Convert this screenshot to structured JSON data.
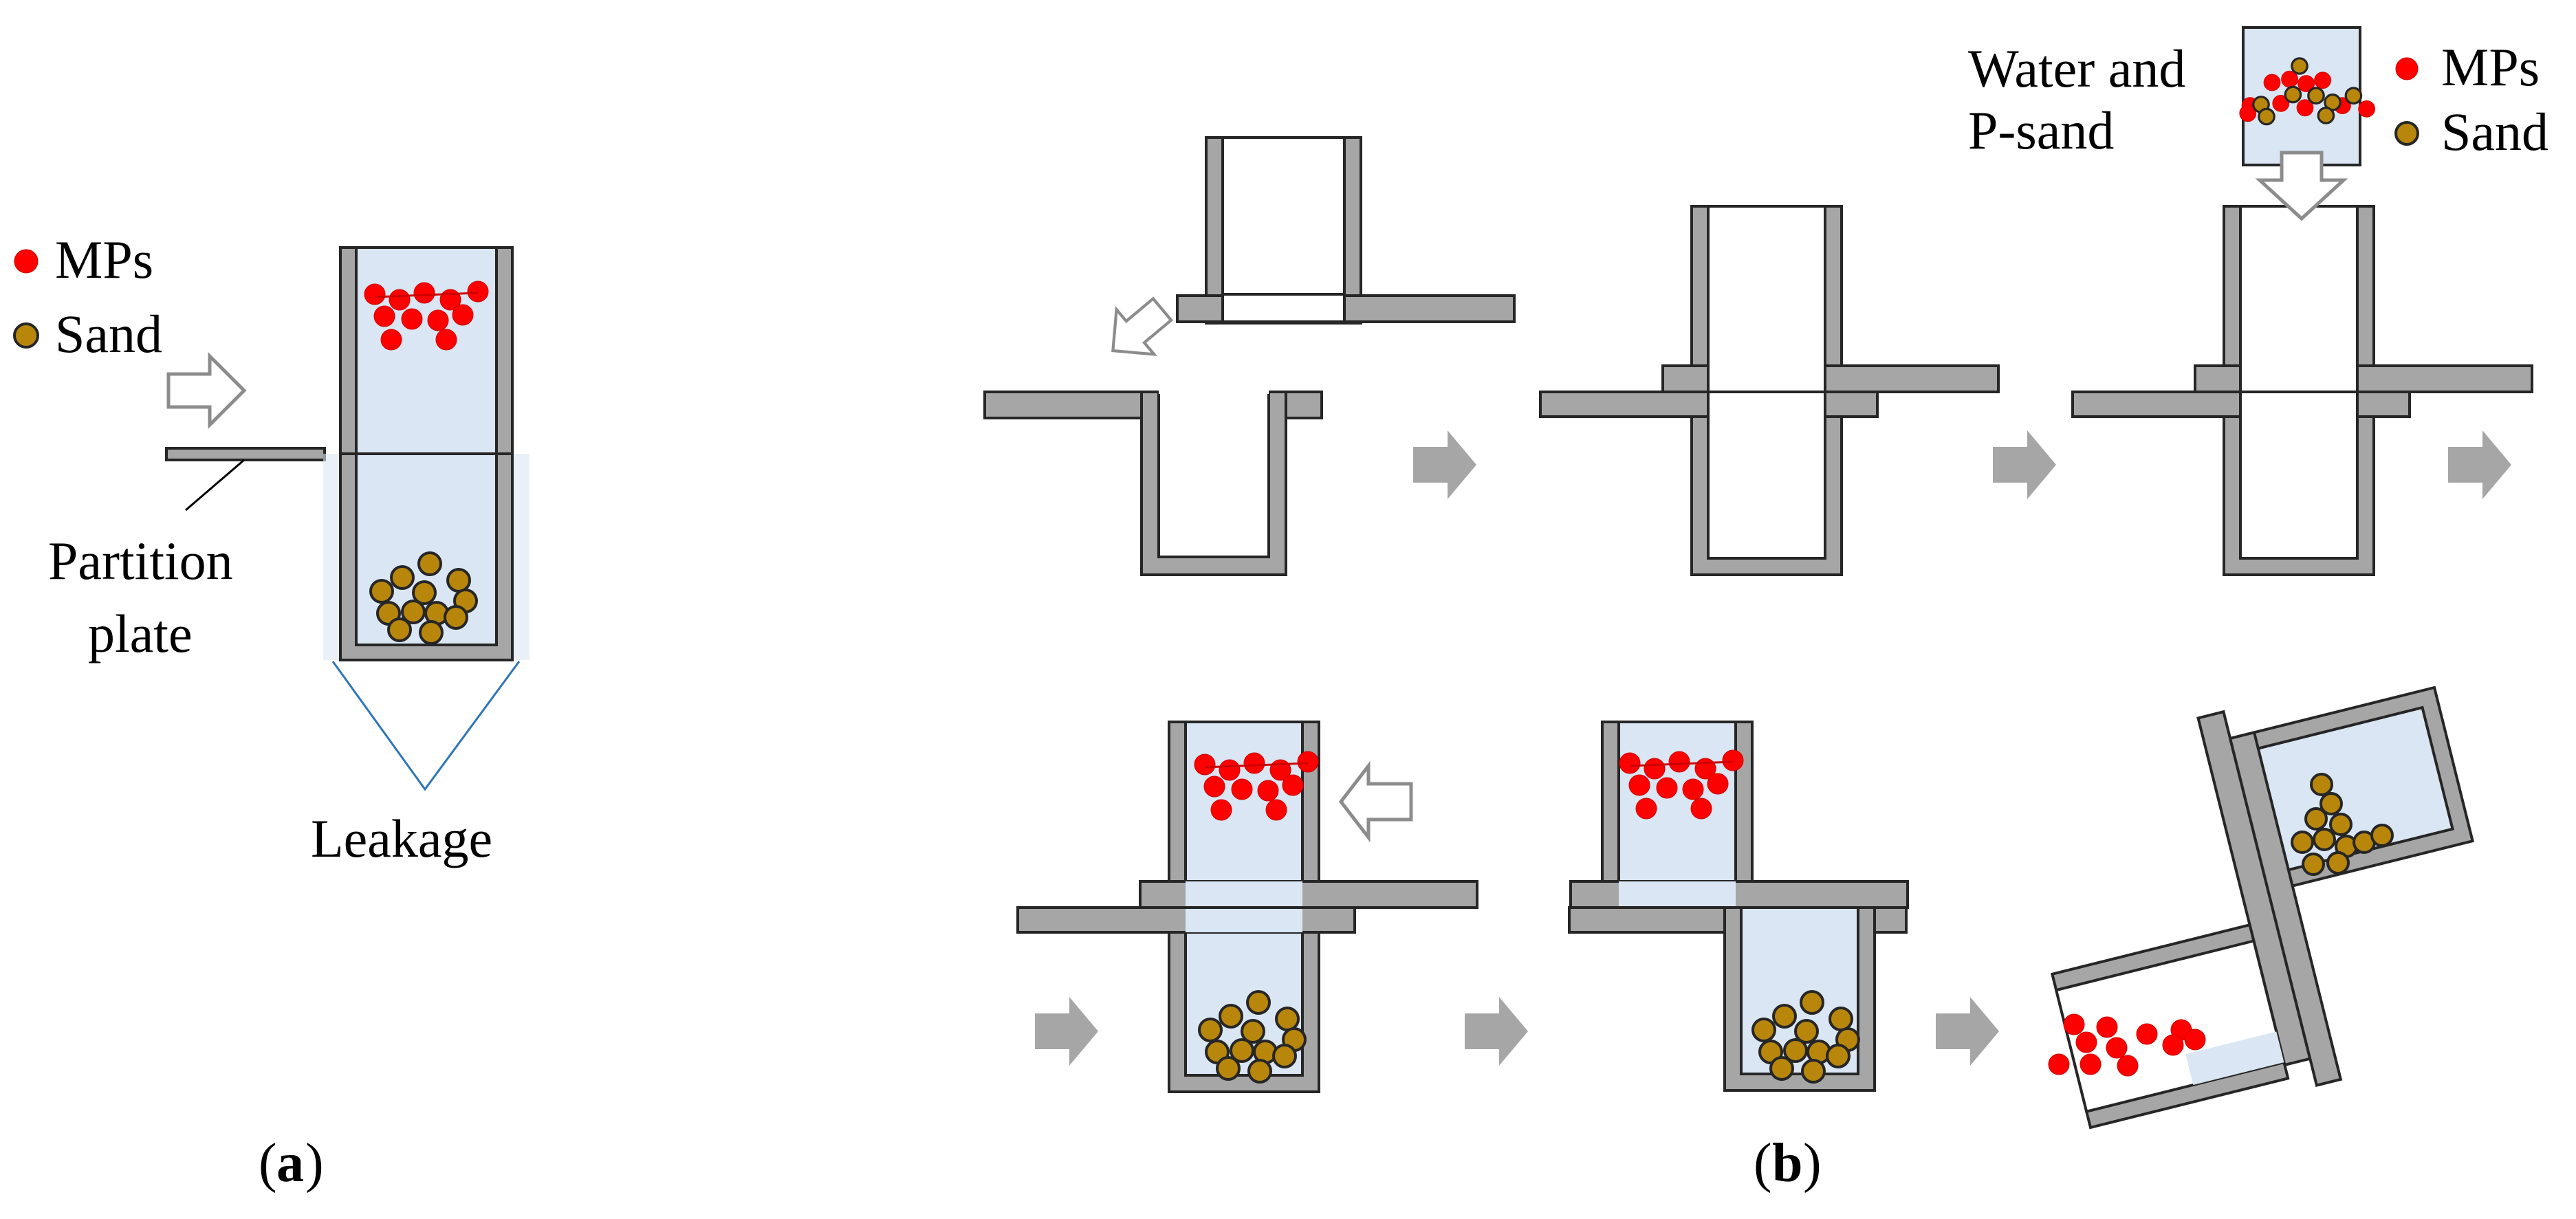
{
  "panel_a": {
    "legend_mp": "MPs",
    "legend_sand": "Sand",
    "partition_label_line1": "Partition",
    "partition_label_line2": "plate",
    "leakage_label": "Leakage",
    "caption_letter": "a"
  },
  "panel_b": {
    "water_label_line1": "Water and",
    "water_label_line2": "P-sand",
    "legend_mp": "MPs",
    "legend_sand": "Sand",
    "caption_letter": "b"
  },
  "colors": {
    "microplastic": "#ff0000",
    "sand": "#b8860b",
    "container": "#a6a6a6",
    "water": "#dae6f3"
  }
}
